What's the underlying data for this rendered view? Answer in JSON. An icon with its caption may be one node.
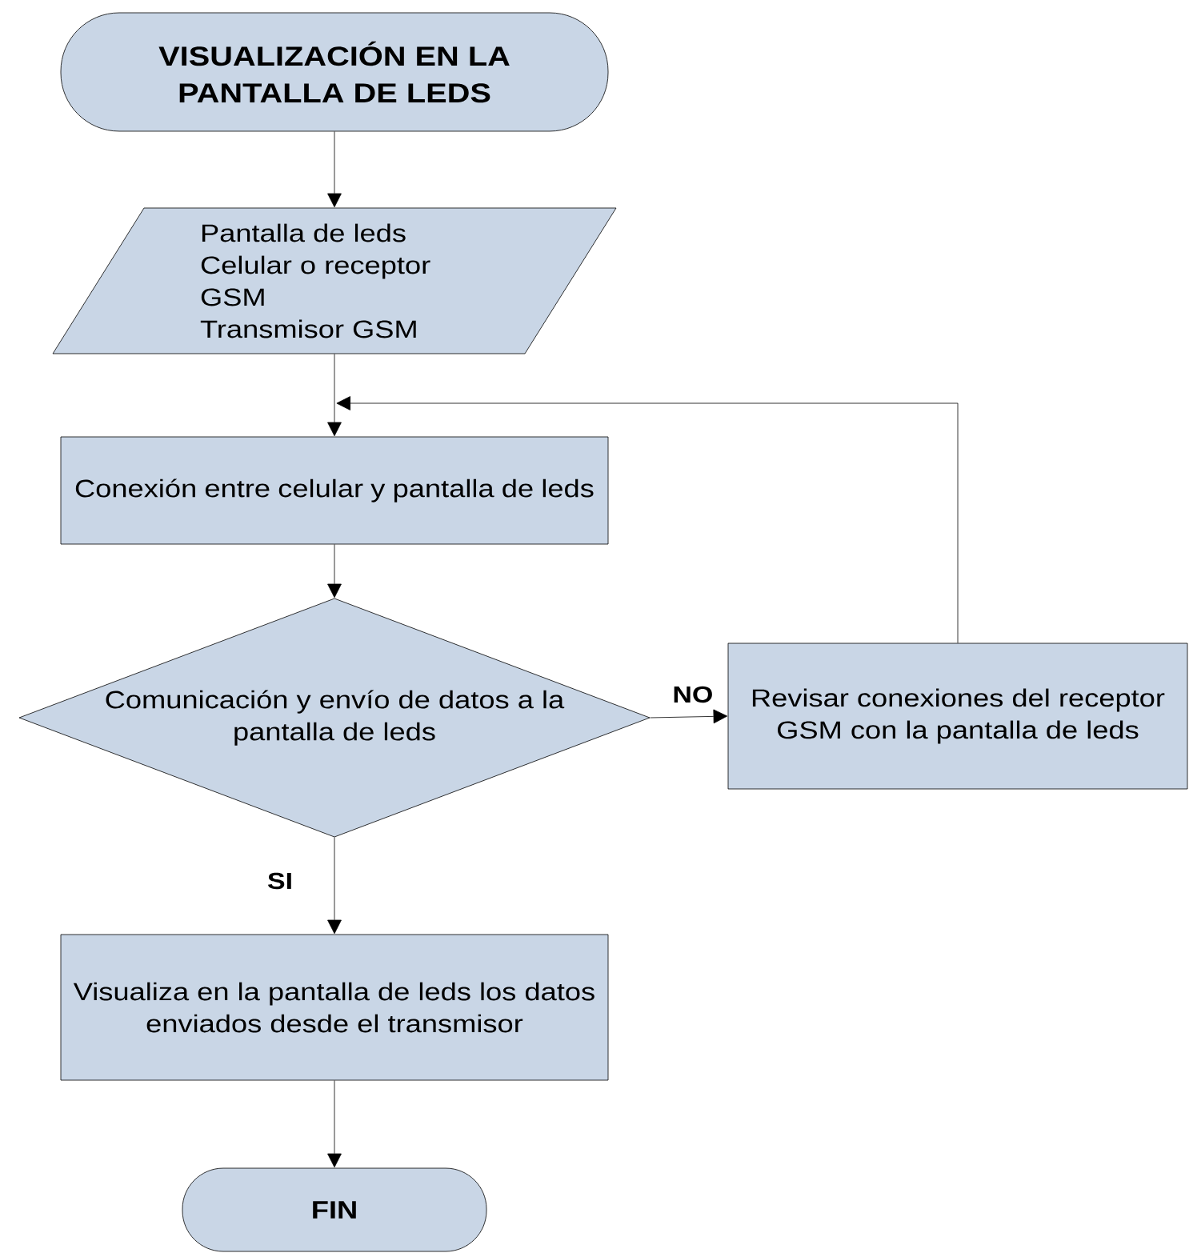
{
  "diagram": {
    "nodes": [
      {
        "text": [
          "VISUALIZACIÓN EN LA PANTALLA DE LEDS"
        ]
      },
      {
        "text": [
          "Pantalla de leds",
          "Celular o receptor GSM",
          "Transmisor GSM"
        ]
      },
      {
        "text": [
          "Conexión entre celular y pantalla de leds"
        ]
      },
      {
        "text": [
          "Comunicación y envío de datos a la pantalla de leds"
        ]
      },
      {
        "text": [
          "Revisar conexiones del receptor GSM con la pantalla de leds"
        ]
      },
      {
        "text": [
          "Visualiza en la pantalla de leds los datos enviados desde el transmisor"
        ]
      },
      {
        "text": [
          "FIN"
        ]
      }
    ],
    "edges": [
      {
        "from": 0,
        "to": 1,
        "arrow": "to"
      },
      {
        "from": 1,
        "to": 2,
        "arrow": "to"
      },
      {
        "from": 2,
        "to": 3,
        "arrow": "to"
      },
      {
        "from": 3,
        "to": 4,
        "arrow": "to",
        "label": "NO"
      },
      {
        "from": 3,
        "to": 5,
        "arrow": "to",
        "label": "SI"
      },
      {
        "from": 5,
        "to": 6,
        "arrow": "to"
      },
      {
        "from": 4,
        "to": 2,
        "arrow": "to"
      }
    ]
  }
}
